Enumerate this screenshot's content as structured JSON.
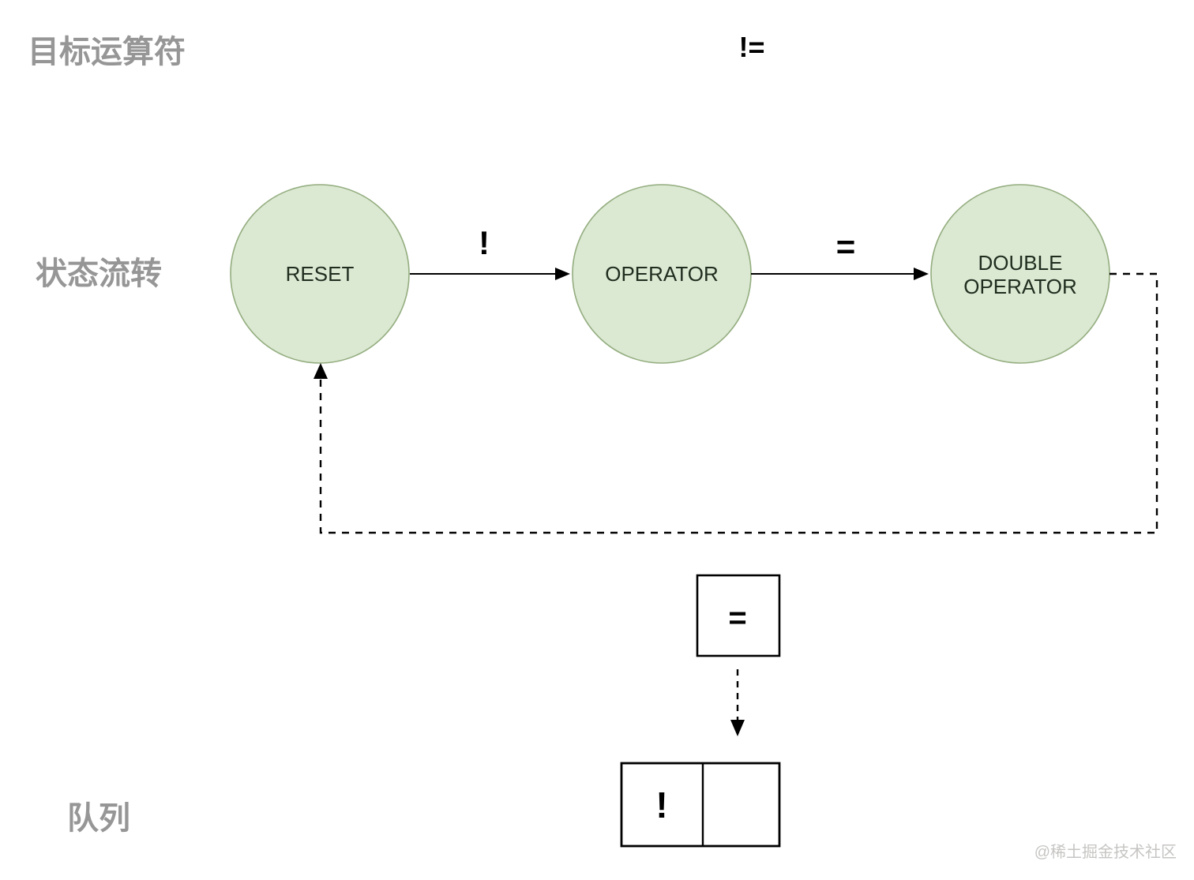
{
  "colors": {
    "background": "#ffffff",
    "state_fill": "#dbe8d2",
    "state_stroke": "#93ad7f",
    "line_black": "#000000",
    "section_label_gray": "#969696",
    "watermark_gray": "#c6c5c3"
  },
  "sections": {
    "target_operator": {
      "label": "目标运算符",
      "value": "!="
    },
    "state_flow": {
      "label": "状态流转",
      "states": [
        {
          "name": "RESET"
        },
        {
          "name": "OPERATOR"
        },
        {
          "name": "DOUBLE OPERATOR",
          "line1": "DOUBLE",
          "line2": "OPERATOR"
        }
      ],
      "transitions": [
        {
          "from": "RESET",
          "to": "OPERATOR",
          "label": "!",
          "style": "solid"
        },
        {
          "from": "OPERATOR",
          "to": "DOUBLE OPERATOR",
          "label": "=",
          "style": "solid"
        },
        {
          "from": "DOUBLE OPERATOR",
          "to": "RESET",
          "label": "",
          "style": "dashed"
        }
      ]
    },
    "pending_token": {
      "value": "="
    },
    "queue": {
      "label": "队列",
      "cells": [
        "!",
        ""
      ]
    }
  },
  "watermark": "@稀土掘金技术社区"
}
